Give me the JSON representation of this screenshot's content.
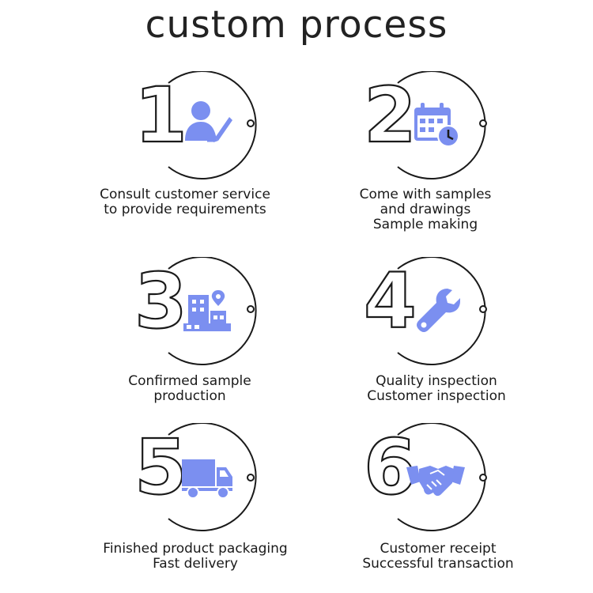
{
  "title": "custom process",
  "colors": {
    "icon": "#7b8ff0",
    "line": "#1a1a1a"
  },
  "steps": [
    {
      "number": "1",
      "icon": "consult-person-icon",
      "lines": [
        "Consult customer service",
        "to provide requirements"
      ]
    },
    {
      "number": "2",
      "icon": "calendar-clock-icon",
      "lines": [
        "Come with samples",
        "and drawings",
        "Sample making"
      ]
    },
    {
      "number": "3",
      "icon": "factory-building-icon",
      "lines": [
        "Confirmed sample",
        "production"
      ]
    },
    {
      "number": "4",
      "icon": "wrench-icon",
      "lines": [
        "Quality inspection",
        "Customer inspection"
      ]
    },
    {
      "number": "5",
      "icon": "delivery-truck-icon",
      "lines": [
        "Finished product packaging",
        "Fast delivery"
      ]
    },
    {
      "number": "6",
      "icon": "handshake-icon",
      "lines": [
        "Customer receipt",
        "Successful transaction"
      ]
    }
  ]
}
